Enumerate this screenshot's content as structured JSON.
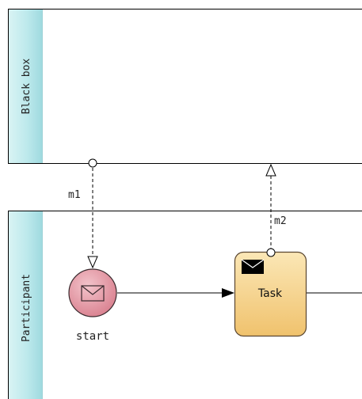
{
  "pools": {
    "black_box": {
      "label": "Black box"
    },
    "participant": {
      "label": "Participant"
    }
  },
  "message_flows": {
    "m1": {
      "label": "m1"
    },
    "m2": {
      "label": "m2"
    }
  },
  "start_event": {
    "label": "start",
    "icon": "envelope-icon",
    "fill": "#e8a3ae"
  },
  "task": {
    "label": "Task",
    "icon": "envelope-filled-icon",
    "fill": "#f6d28f"
  },
  "colors": {
    "pool_header": "#bde9ec",
    "pool_border": "#000000",
    "task_border": "#5a4630",
    "event_border": "#3a2a2e"
  }
}
